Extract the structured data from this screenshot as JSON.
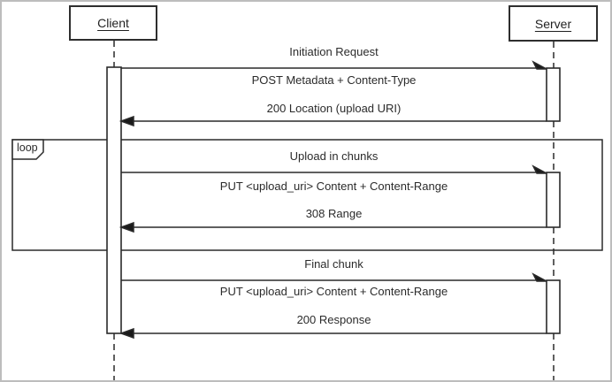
{
  "actors": {
    "client": "Client",
    "server": "Server"
  },
  "loop_fragment": {
    "label": "loop"
  },
  "exchanges": [
    {
      "title": "Initiation Request",
      "request": "POST Metadata + Content-Type",
      "response": "200 Location (upload URI)"
    },
    {
      "title": "Upload in chunks",
      "request": "PUT <upload_uri> Content + Content-Range",
      "response": "308 Range"
    },
    {
      "title": "Final chunk",
      "request": "PUT <upload_uri> Content + Content-Range",
      "response": "200 Response"
    }
  ],
  "colors": {
    "line": "#2a2a2a",
    "text": "#2b2b2b",
    "background": "#ffffff",
    "outer_border": "#bdbdbd"
  }
}
